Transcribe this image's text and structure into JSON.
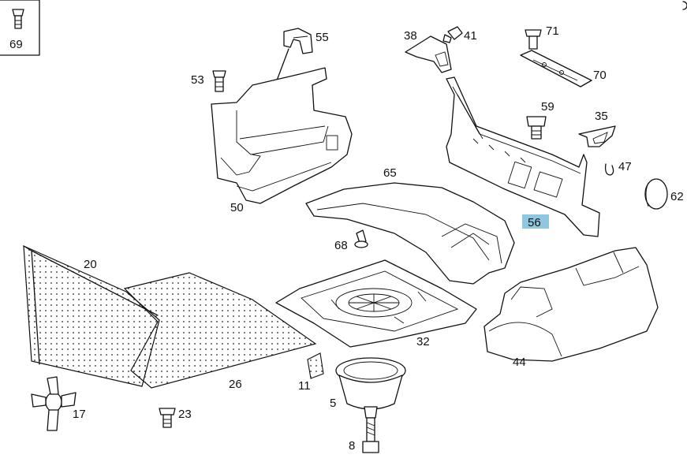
{
  "parts": {
    "p69": "69",
    "p55": "55",
    "p53": "53",
    "p50": "50",
    "p38": "38",
    "p41": "41",
    "p71": "71",
    "p70": "70",
    "p59": "59",
    "p35": "35",
    "p47": "47",
    "p62": "62",
    "p65": "65",
    "p56": "56",
    "p68": "68",
    "p20": "20",
    "p32": "32",
    "p44": "44",
    "p26": "26",
    "p11": "11",
    "p5": "5",
    "p17": "17",
    "p23": "23",
    "p8": "8"
  },
  "highlight_color": "#8fc7e0",
  "highlighted_part": "56"
}
